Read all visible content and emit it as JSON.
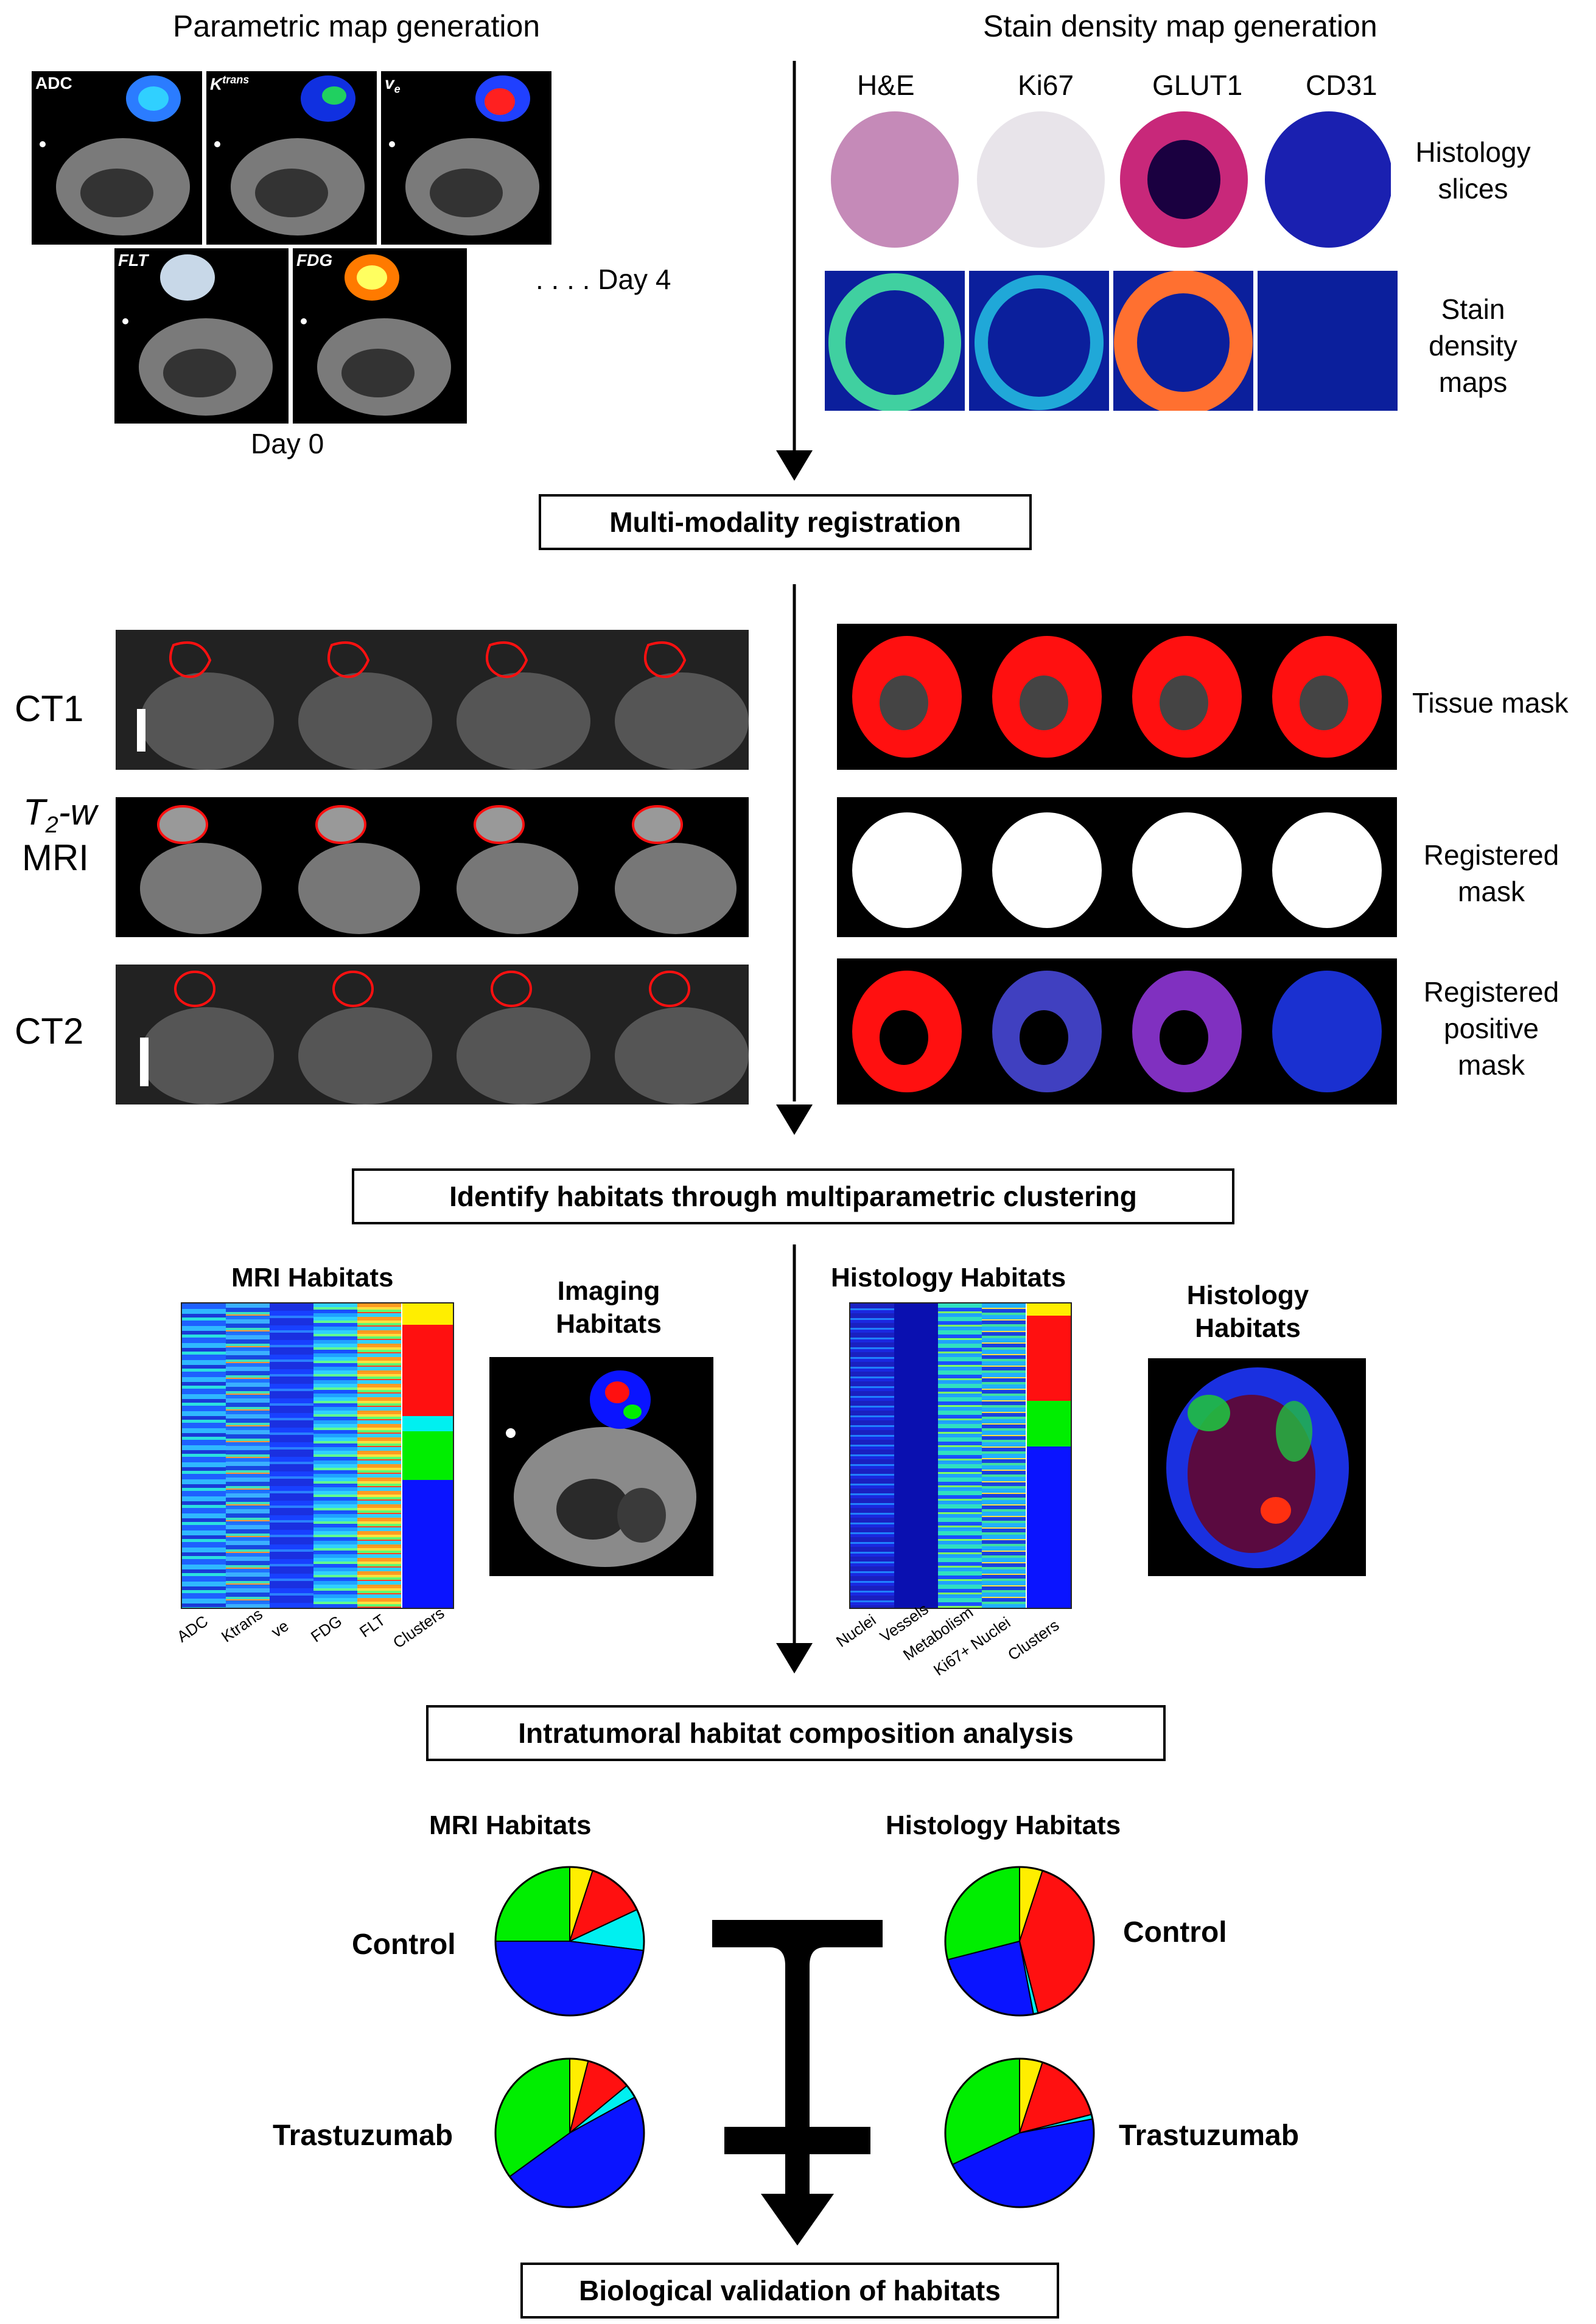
{
  "headers": {
    "left": "Parametric map generation",
    "right": "Stain density map generation"
  },
  "param_maps": {
    "top": [
      "ADC",
      "K",
      "v"
    ],
    "top_sup": [
      "",
      "trans",
      ""
    ],
    "top_sub": [
      "",
      "",
      "e"
    ],
    "bottom": [
      "FLT",
      "FDG"
    ],
    "day0": "Day 0",
    "day4": ". . . . Day 4"
  },
  "stains": {
    "names": [
      "H&E",
      "Ki67",
      "GLUT1",
      "CD31"
    ],
    "histology_label": "Histology\nslices",
    "density_label": "Stain\ndensity\nmaps"
  },
  "steps": {
    "registration": "Multi-modality registration",
    "clustering": "Identify habitats through multiparametric clustering",
    "composition": "Intratumoral habitat composition analysis",
    "validation": "Biological validation of habitats"
  },
  "rows": {
    "ct1": "CT1",
    "t2w_main": "T",
    "t2w_sub": "2",
    "t2w_rest": "-w",
    "mri": "MRI",
    "ct2": "CT2"
  },
  "masks": {
    "tissue": "Tissue mask",
    "registered": "Registered\nmask",
    "positive": "Registered\npositive\nmask"
  },
  "habitats": {
    "mri_title": "MRI Habitats",
    "imaging_title": "Imaging\nHabitats",
    "hist_title": "Histology Habitats",
    "hist_map_title": "Histology\nHabitats",
    "mri_columns": [
      "ADC",
      "Ktrans",
      "ve",
      "FDG",
      "FLT",
      "Clusters"
    ],
    "hist_columns": [
      "Nuclei",
      "Vessels",
      "Metabolism",
      "Ki67+ Nuclei",
      "Clusters"
    ]
  },
  "composition": {
    "mri_title": "MRI Habitats",
    "hist_title": "Histology Habitats",
    "control": "Control",
    "trastuzumab": "Trastuzumab"
  },
  "colors": {
    "yellow": "#ffee00",
    "red": "#ff1010",
    "cyan": "#00f0f0",
    "blue": "#0a14ff",
    "green": "#00ee00"
  },
  "pie_data": {
    "mri_control": [
      {
        "habitat": "yellow",
        "pct": 5
      },
      {
        "habitat": "red",
        "pct": 13
      },
      {
        "habitat": "cyan",
        "pct": 9
      },
      {
        "habitat": "blue",
        "pct": 48
      },
      {
        "habitat": "green",
        "pct": 25
      }
    ],
    "hist_control": [
      {
        "habitat": "yellow",
        "pct": 5
      },
      {
        "habitat": "red",
        "pct": 41
      },
      {
        "habitat": "cyan",
        "pct": 1
      },
      {
        "habitat": "blue",
        "pct": 24
      },
      {
        "habitat": "green",
        "pct": 29
      }
    ],
    "mri_trastuzumab": [
      {
        "habitat": "yellow",
        "pct": 4
      },
      {
        "habitat": "red",
        "pct": 10
      },
      {
        "habitat": "cyan",
        "pct": 3
      },
      {
        "habitat": "blue",
        "pct": 48
      },
      {
        "habitat": "green",
        "pct": 35
      }
    ],
    "hist_trastuzumab": [
      {
        "habitat": "yellow",
        "pct": 5
      },
      {
        "habitat": "red",
        "pct": 16
      },
      {
        "habitat": "cyan",
        "pct": 1
      },
      {
        "habitat": "blue",
        "pct": 46
      },
      {
        "habitat": "green",
        "pct": 32
      }
    ]
  }
}
